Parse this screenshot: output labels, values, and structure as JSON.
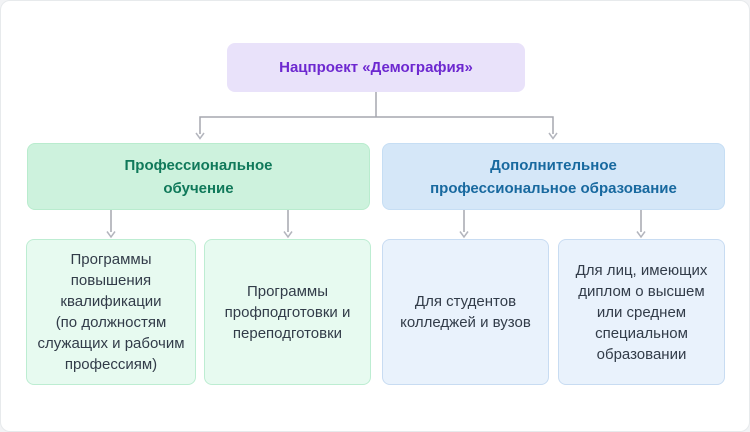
{
  "diagram": {
    "root": {
      "label": "Нацпроект «Демография»"
    },
    "branches": [
      {
        "label": "Профессиональное\nобучение",
        "children": [
          {
            "label": "Программы\nповышения\nквалификации\n(по должностям\nслужащих и рабочим\nпрофессиям)"
          },
          {
            "label": "Программы\nпрофподготовки и\nпереподготовки"
          }
        ]
      },
      {
        "label": "Дополнительное\nпрофессиональное образование",
        "children": [
          {
            "label": "Для студентов\nколледжей и вузов"
          },
          {
            "label": "Для лиц, имеющих\nдиплом о высшем\nили среднем\nспециальном\nобразовании"
          }
        ]
      }
    ]
  },
  "colors": {
    "root_bg": "#e9e2fa",
    "root_text": "#6d28d0",
    "branch_green_bg": "#cdf2dd",
    "branch_green_text": "#10795a",
    "branch_blue_bg": "#d5e7f8",
    "branch_blue_text": "#18699f",
    "leaf_green_bg": "#e7faf0",
    "leaf_green_border": "#bdedd2",
    "leaf_blue_bg": "#e9f2fc",
    "leaf_blue_border": "#c8dcf2",
    "leaf_text": "#323c49",
    "connector": "#a5a7af",
    "card_bg": "#ffffff"
  }
}
